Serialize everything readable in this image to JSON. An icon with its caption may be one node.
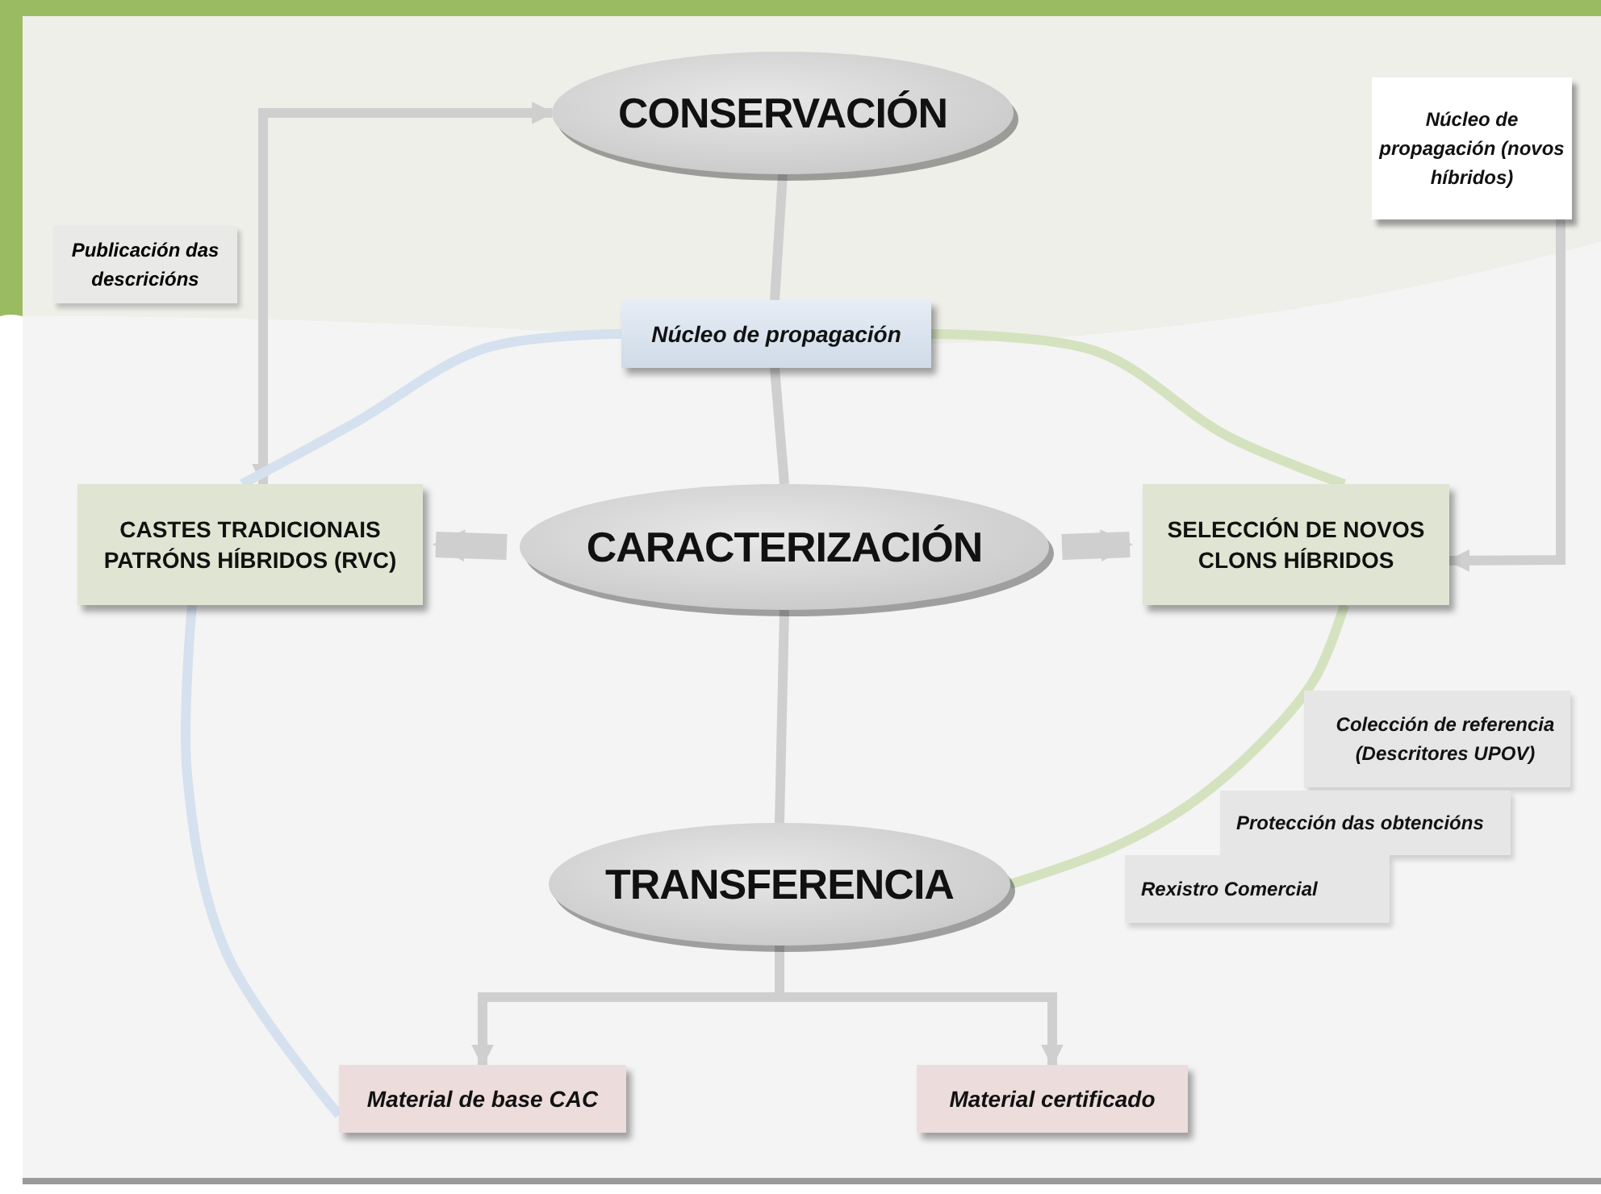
{
  "diagram": {
    "nodes": [
      {
        "text": [
          "CONSERVACIÓN"
        ]
      },
      {
        "text": [
          "Núcleo de propagación"
        ]
      },
      {
        "text": [
          "CARACTERIZACIÓN"
        ]
      },
      {
        "text": [
          "CASTES TRADICIONAIS PATRÓNS HÍBRIDOS (RVC)"
        ]
      },
      {
        "text": [
          "SELECCIÓN DE NOVOS CLONS HÍBRIDOS"
        ]
      },
      {
        "text": [
          "TRANSFERENCIA"
        ]
      },
      {
        "text": [
          "Material de base CAC"
        ]
      },
      {
        "text": [
          "Material certificado"
        ]
      },
      {
        "text": [
          "Núcleo de propagación (novos híbridos)"
        ]
      },
      {
        "text": [
          "Colección de referencia (Descritores UPOV)"
        ]
      },
      {
        "text": [
          "Protección das obtencións"
        ]
      },
      {
        "text": [
          "Rexistro Comercial"
        ]
      }
    ],
    "edges": [
      {
        "from": 3,
        "to": 0,
        "arrow": "both",
        "label": "Publicación das descricións"
      },
      {
        "from": 8,
        "to": 4,
        "arrow": "to"
      },
      {
        "from": 0,
        "to": 1,
        "arrow": "none"
      },
      {
        "from": 1,
        "to": 2,
        "arrow": "none"
      },
      {
        "from": 2,
        "to": 5,
        "arrow": "none"
      },
      {
        "from": 5,
        "to": 6,
        "arrow": "to"
      },
      {
        "from": 5,
        "to": 7,
        "arrow": "to"
      },
      {
        "from": 2,
        "to": 3,
        "arrow": "to",
        "style": "thick"
      },
      {
        "from": 2,
        "to": 4,
        "arrow": "to",
        "style": "thick"
      },
      {
        "from": 1,
        "to": 3,
        "arrow": "none",
        "color": "#d5e1ee"
      },
      {
        "from": 3,
        "to": 6,
        "arrow": "none",
        "color": "#d5e1ee"
      },
      {
        "from": 1,
        "to": 4,
        "arrow": "none",
        "color": "#d5e2bf"
      },
      {
        "from": 4,
        "to": 5,
        "arrow": "none",
        "color": "#d5e2bf"
      }
    ]
  }
}
